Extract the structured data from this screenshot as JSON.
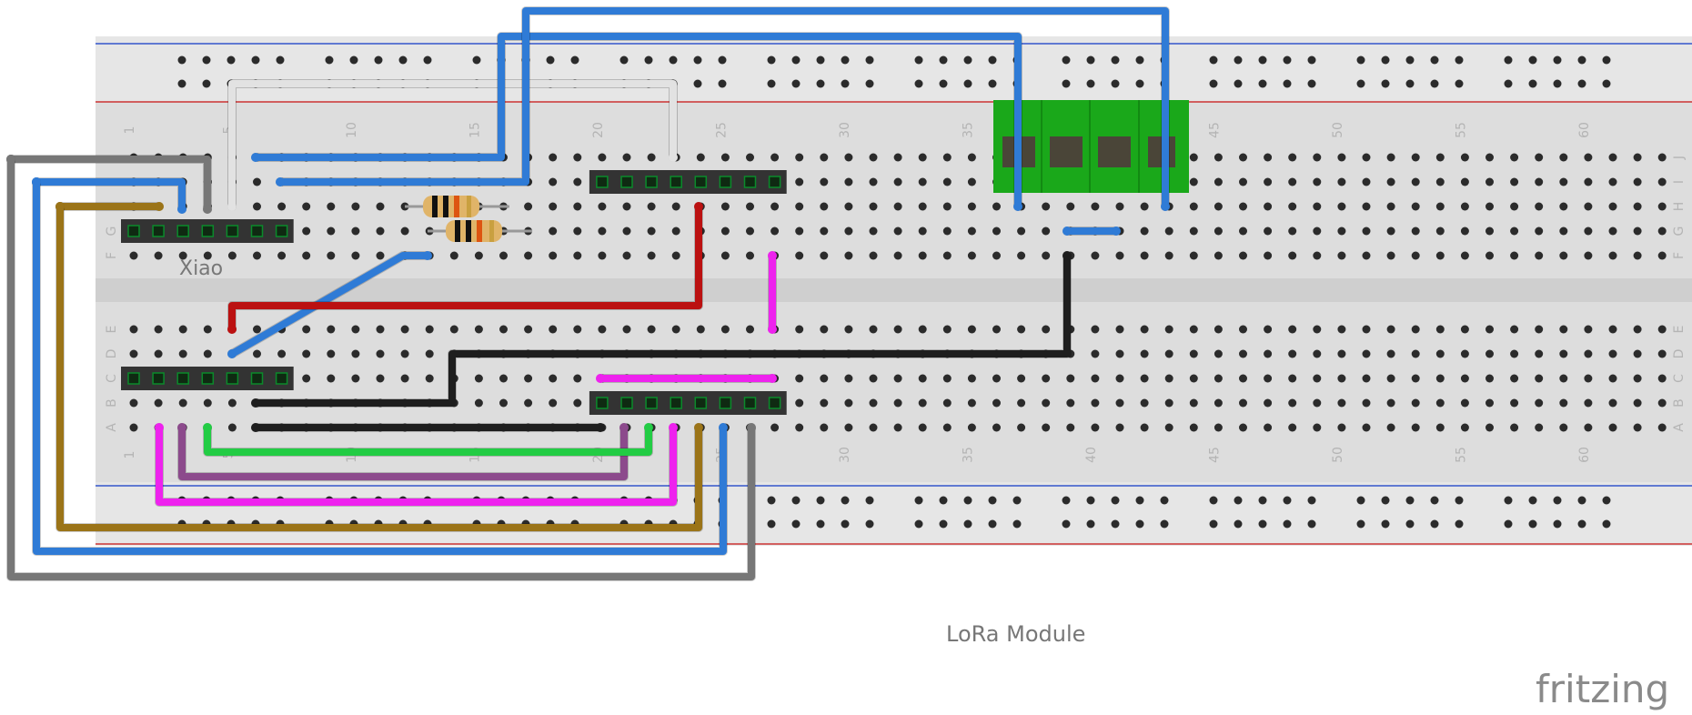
{
  "app": {
    "brand": "fritzing"
  },
  "labels": {
    "xiao": "Xiao",
    "lora": "LoRa Module"
  },
  "breadboard": {
    "rows_top": [
      "J",
      "I",
      "H",
      "G",
      "F"
    ],
    "rows_bottom": [
      "E",
      "D",
      "C",
      "B",
      "A"
    ],
    "column_labels": [
      "1",
      "5",
      "10",
      "15",
      "20",
      "25",
      "30",
      "35",
      "40",
      "45",
      "50",
      "55",
      "60"
    ]
  },
  "colors": {
    "board": "#dddddd",
    "trench": "#cdcdcd",
    "rail_blue": "#3355cc",
    "rail_red": "#cc3333",
    "wire_blue": "#2f7bd6",
    "wire_gray": "#777777",
    "wire_white": "#e2e2e2",
    "wire_brown": "#9b7418",
    "wire_red": "#bb1111",
    "wire_black": "#1e1e1e",
    "wire_magenta": "#ee22ee",
    "wire_purple": "#8c4a8c",
    "wire_green": "#22cc44",
    "header": "#333333",
    "lora_green": "#1aa81a"
  }
}
